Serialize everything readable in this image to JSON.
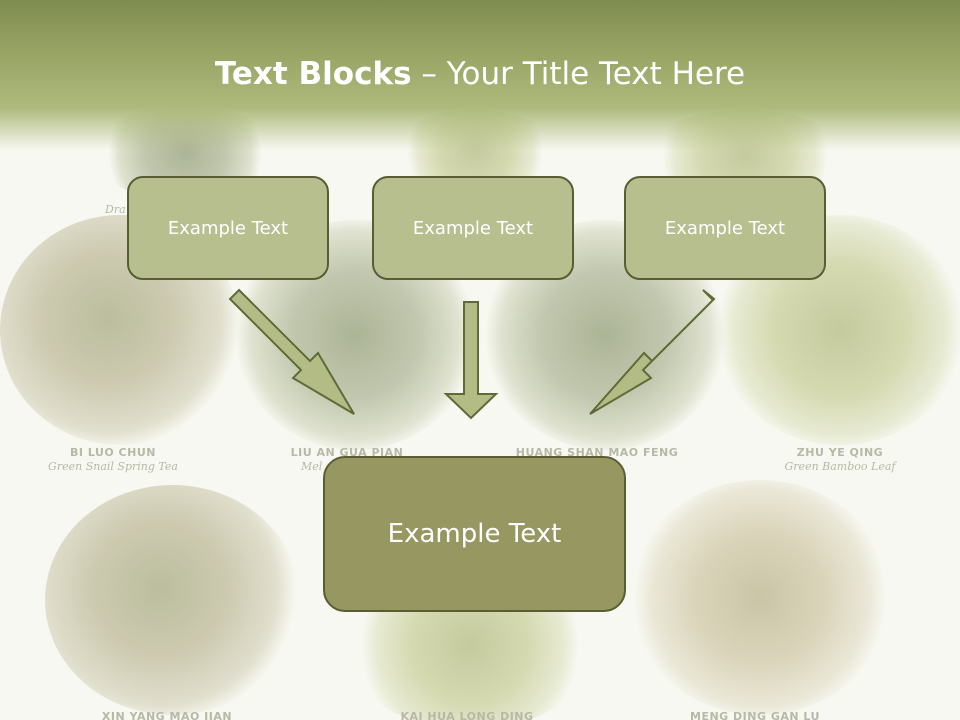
{
  "title": {
    "bold": "Text Blocks",
    "dash": " – ",
    "rest": "Your Title Text Here"
  },
  "blocks": {
    "left": "Example Text",
    "center": "Example Text",
    "right": "Example Text",
    "bottom": "Example Text"
  },
  "background_labels": [
    {
      "name": "",
      "sub": "Dra"
    },
    {
      "name": "BI LUO CHUN",
      "sub": "Green Snail Spring Tea"
    },
    {
      "name": "LIU AN GUA PIAN",
      "sub": "Mel"
    },
    {
      "name": "HUANG SHAN MAO FENG",
      "sub": ""
    },
    {
      "name": "ZHU YE QING",
      "sub": "Green Bamboo Leaf"
    },
    {
      "name": "XIN YANG MAO JIAN",
      "sub": ""
    },
    {
      "name": "KAI HUA LONG DING",
      "sub": ""
    },
    {
      "name": "MENG DING GAN LU",
      "sub": ""
    }
  ],
  "colors": {
    "title_band": "#97a464",
    "small_box_fill": "#b7bf8e",
    "big_box_fill": "#979762",
    "box_border": "#5a5d34",
    "arrow_fill": "#b4bc86"
  }
}
